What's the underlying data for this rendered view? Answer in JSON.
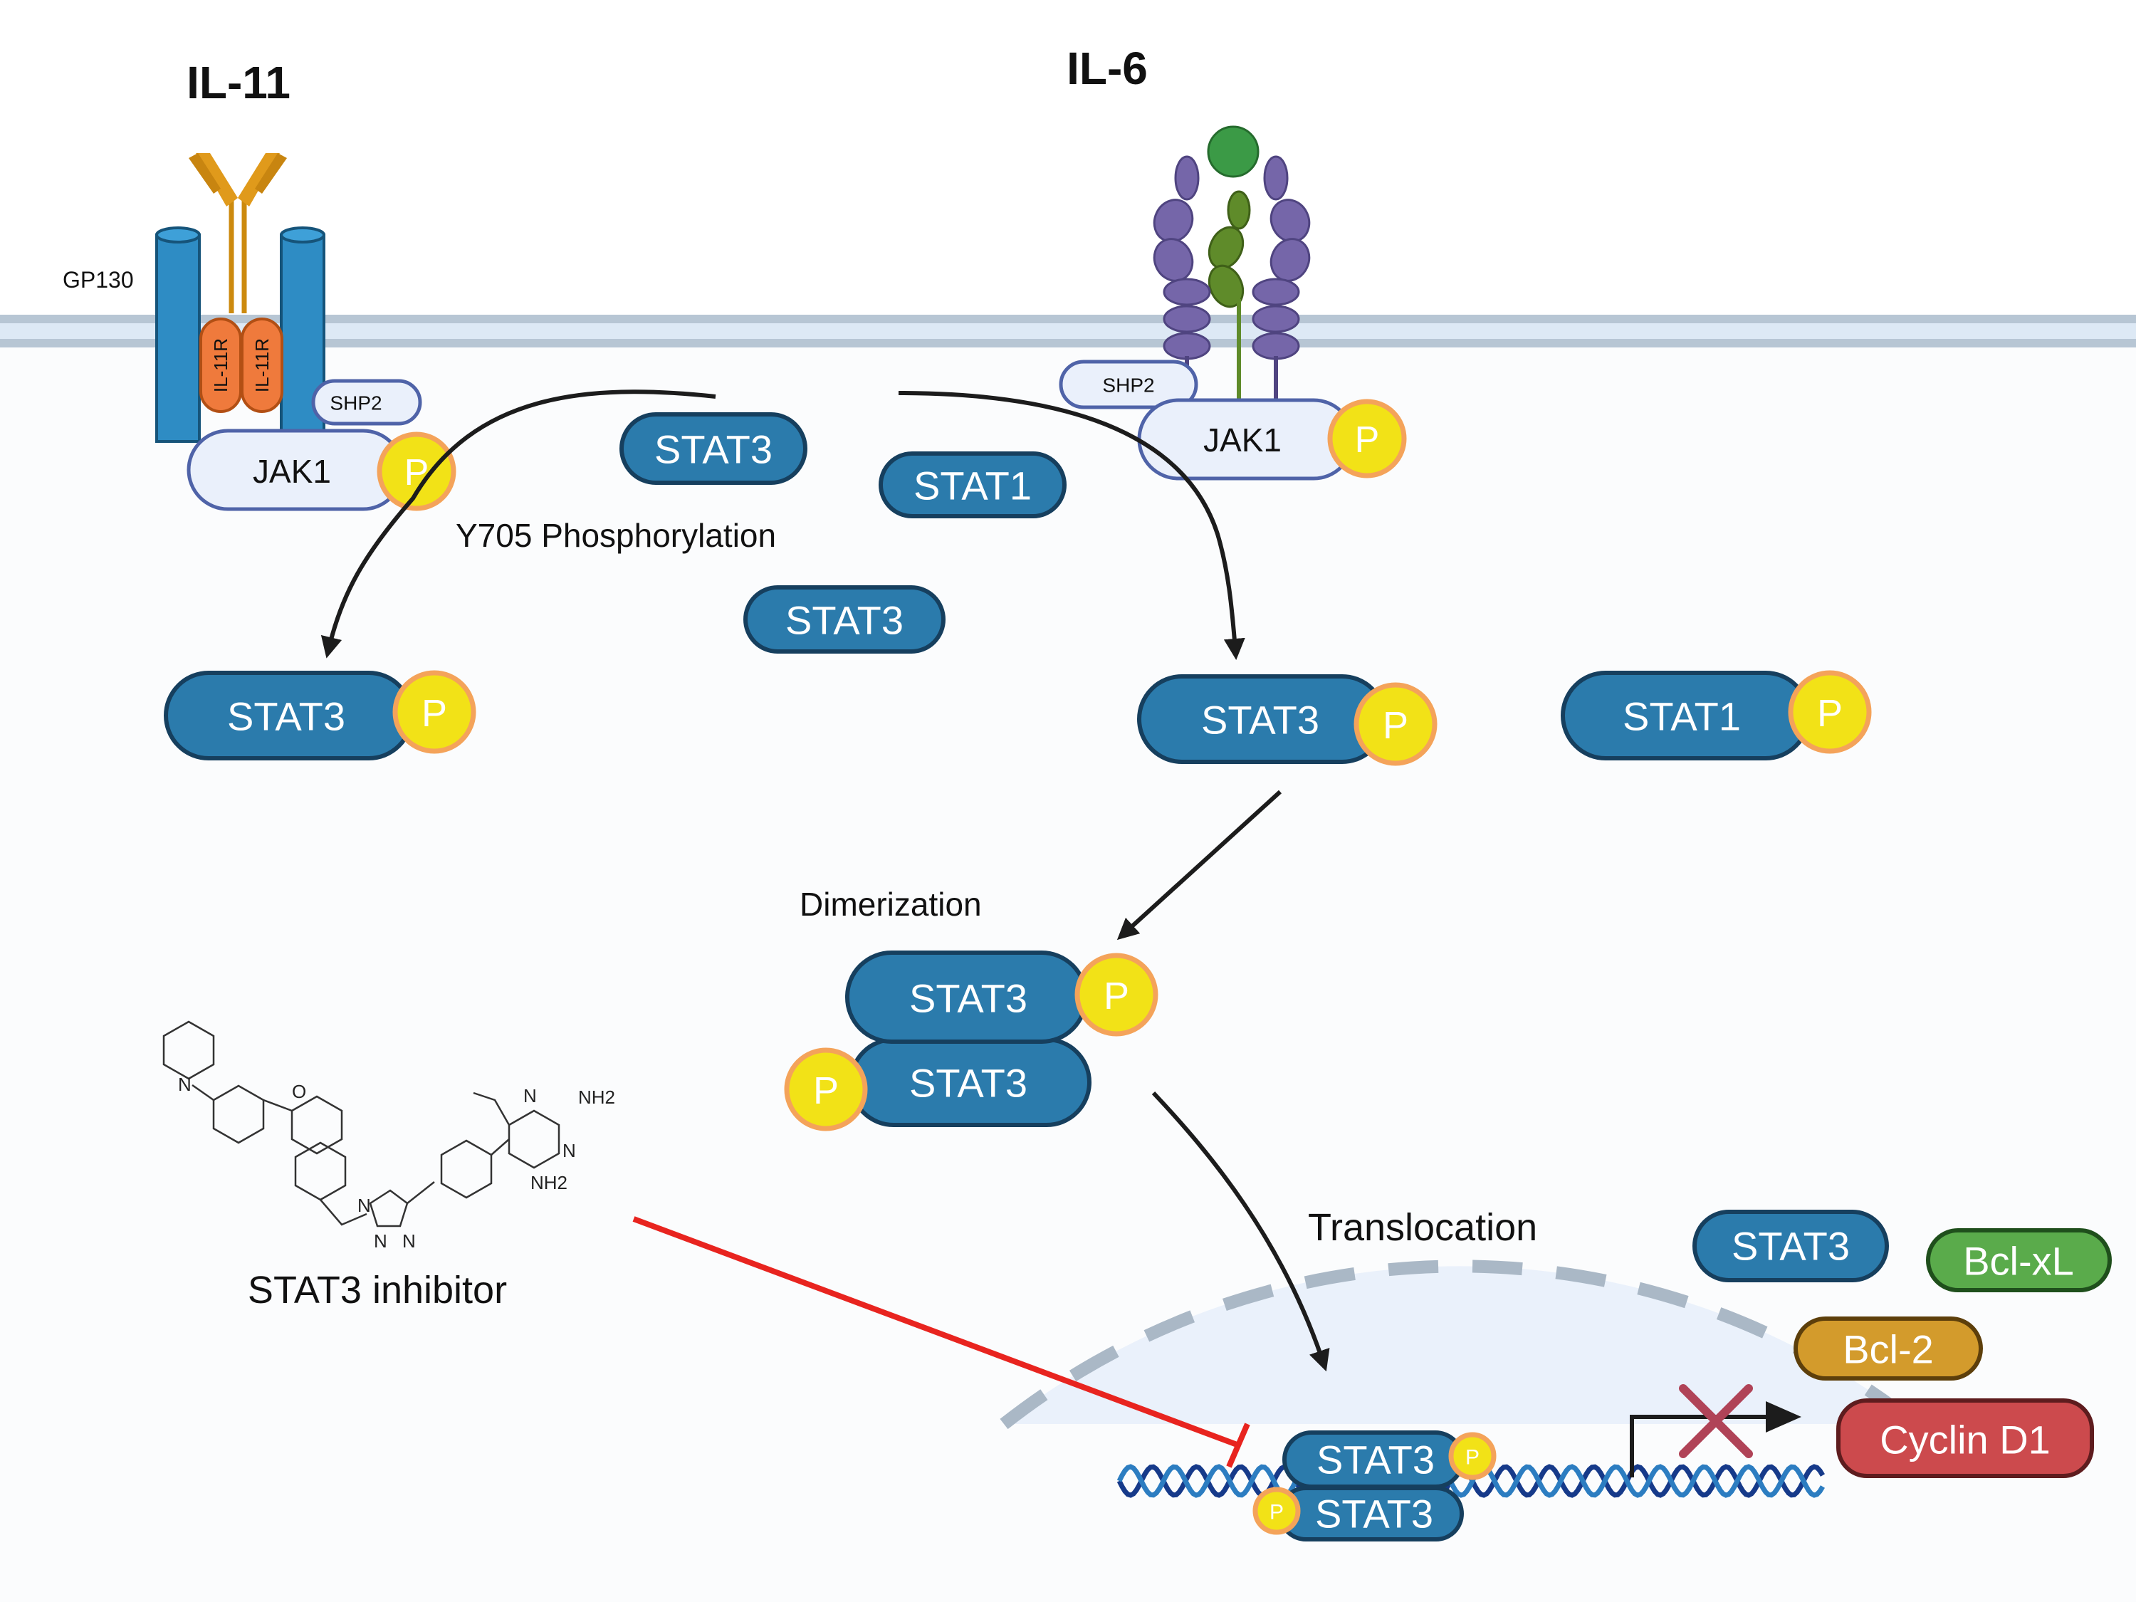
{
  "ligands": {
    "il11": "IL-11",
    "il6": "IL-6"
  },
  "receptor": {
    "gp130": "GP130",
    "il11r": "IL-11R"
  },
  "kinases": {
    "jak1": "JAK1",
    "shp2": "SHP2"
  },
  "proteins": {
    "stat3": "STAT3",
    "stat1": "STAT1",
    "p": "P"
  },
  "steps": {
    "phosphorylation": "Y705 Phosphorylation",
    "dimerization": "Dimerization",
    "translocation": "Translocation"
  },
  "inhibitor": {
    "label": "STAT3 inhibitor",
    "atoms": {
      "n": "N",
      "o": "O",
      "nh2": "NH2",
      "nh2_sub": "2"
    }
  },
  "targets": {
    "bclxl": "Bcl-xL",
    "bcl2": "Bcl-2",
    "cyclin": "Cyclin D1"
  },
  "colors": {
    "stat": "#2b7bac",
    "stat_border": "#163f5e",
    "phospho": "#f2e217",
    "phospho_ring": "#f4a35a",
    "jak": "#eaf0fb",
    "membrane": "#b7c6d4",
    "nucleus": "#eaf1fb",
    "bclxl": "#5aab4b",
    "bcl2": "#d39b2c",
    "cyclin": "#cc4a4d",
    "inhibitor_line": "#e8241f"
  },
  "icons": [
    "antibody-icon",
    "il6-ligand-icon",
    "dna-helix-icon",
    "cross-mark-icon",
    "chemical-structure-icon"
  ]
}
